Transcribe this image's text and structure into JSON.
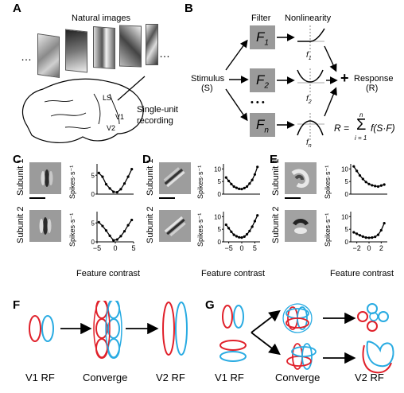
{
  "panels": {
    "A": "A",
    "B": "B",
    "C": "C",
    "D": "D",
    "E": "E",
    "F": "F",
    "G": "G"
  },
  "panelA": {
    "title": "Natural images",
    "ellipsis_left": "…",
    "ellipsis_right": "…",
    "label_LS": "LS",
    "label_V1": "V1",
    "label_V2": "V2",
    "recording_line1": "Single-unit",
    "recording_line2": "recording"
  },
  "panelB": {
    "filter_header": "Filter",
    "nonlinearity_header": "Nonlinearity",
    "stimulus_line1": "Stimulus",
    "stimulus_line2": "(S)",
    "filters": [
      {
        "base": "F",
        "sub": "1",
        "f_base": "f",
        "f_sub": "1"
      },
      {
        "base": "F",
        "sub": "2",
        "f_base": "f",
        "f_sub": "2"
      },
      {
        "base": "F",
        "sub": "n",
        "f_base": "f",
        "f_sub": "n"
      }
    ],
    "dots": "• • •",
    "plus": "+",
    "response_line1": "Response",
    "response_line2": "(R)",
    "equation_lhs": "R =",
    "sum_top": "n",
    "sum_sym": "Σ",
    "sum_bottom": "i = 1",
    "sum_term": "f(S·F)"
  },
  "plots": {
    "subunit1": "Subunit 1",
    "subunit2": "Subunit 2",
    "ylabel": "Spikes·s⁻¹",
    "xlabel": "Feature contrast"
  },
  "chart_data": [
    {
      "type": "scatter",
      "panel": "C",
      "subunit": "Subunit 1",
      "xlim": [
        -5,
        5
      ],
      "ylim": [
        0,
        8
      ],
      "xticks": [],
      "yticks": [
        0,
        5
      ],
      "ytick_labels": [
        "0",
        "5"
      ],
      "x": [
        -4.5,
        -3.5,
        -2.5,
        -1.5,
        -0.5,
        0.5,
        1.5,
        2.5,
        3.5,
        4.5
      ],
      "y": [
        5.6,
        4.6,
        2.6,
        1.5,
        0.6,
        0.5,
        1.3,
        2.8,
        4.6,
        6.6
      ]
    },
    {
      "type": "scatter",
      "panel": "C",
      "subunit": "Subunit 2",
      "xlim": [
        -5,
        5
      ],
      "ylim": [
        0,
        8
      ],
      "xticks": [
        -5,
        0,
        5
      ],
      "xtick_labels": [
        "−5",
        "0",
        "5"
      ],
      "yticks": [
        0,
        5
      ],
      "ytick_labels": [
        "0",
        "5"
      ],
      "x": [
        -4.5,
        -3.5,
        -2.5,
        -1.5,
        -0.5,
        0.5,
        1.5,
        2.5,
        3.5,
        4.5
      ],
      "y": [
        5.2,
        4.2,
        3.0,
        1.6,
        0.4,
        0.6,
        1.5,
        2.8,
        4.4,
        5.8
      ]
    },
    {
      "type": "scatter",
      "panel": "D",
      "subunit": "Subunit 1",
      "xlim": [
        -7,
        7
      ],
      "ylim": [
        0,
        12
      ],
      "xticks": [],
      "yticks": [
        0,
        5,
        10
      ],
      "ytick_labels": [
        "0",
        "5",
        "10"
      ],
      "x": [
        -6,
        -5,
        -4,
        -3,
        -2,
        -1,
        0,
        1,
        2,
        3,
        4,
        5,
        6
      ],
      "y": [
        6.6,
        5.2,
        4.0,
        3.0,
        2.5,
        2.1,
        2.0,
        2.4,
        3.0,
        4.2,
        5.6,
        7.8,
        10.8
      ]
    },
    {
      "type": "scatter",
      "panel": "D",
      "subunit": "Subunit 2",
      "xlim": [
        -7,
        7
      ],
      "ylim": [
        0,
        12
      ],
      "xticks": [
        -5,
        0,
        5
      ],
      "xtick_labels": [
        "−5",
        "0",
        "5"
      ],
      "yticks": [
        0,
        5,
        10
      ],
      "ytick_labels": [
        "0",
        "5",
        "10"
      ],
      "x": [
        -6,
        -5,
        -4,
        -3,
        -2,
        -1,
        0,
        1,
        2,
        3,
        4,
        5,
        6
      ],
      "y": [
        6.8,
        5.4,
        4.0,
        2.8,
        2.2,
        1.8,
        1.7,
        2.1,
        3.0,
        4.3,
        6.0,
        8.2,
        10.5
      ]
    },
    {
      "type": "scatter",
      "panel": "E",
      "subunit": "Subunit 1",
      "xlim": [
        -3,
        3
      ],
      "ylim": [
        0,
        12
      ],
      "xticks": [],
      "yticks": [
        0,
        5,
        10
      ],
      "ytick_labels": [
        "0",
        "5",
        "10"
      ],
      "x": [
        -2.5,
        -2,
        -1.5,
        -1,
        -0.5,
        0,
        0.5,
        1,
        1.5,
        2,
        2.5
      ],
      "y": [
        11.0,
        9.2,
        7.4,
        6.0,
        4.8,
        4.0,
        3.5,
        3.2,
        3.0,
        3.4,
        3.8
      ]
    },
    {
      "type": "scatter",
      "panel": "E",
      "subunit": "Subunit 2",
      "xlim": [
        -3,
        3
      ],
      "ylim": [
        0,
        12
      ],
      "xticks": [
        -2,
        0,
        2
      ],
      "xtick_labels": [
        "−2",
        "0",
        "2"
      ],
      "yticks": [
        0,
        5,
        10
      ],
      "ytick_labels": [
        "0",
        "5",
        "10"
      ],
      "x": [
        -2.5,
        -2,
        -1.5,
        -1,
        -0.5,
        0,
        0.5,
        1,
        1.5,
        2,
        2.5
      ],
      "y": [
        3.8,
        3.2,
        2.6,
        2.1,
        1.7,
        1.6,
        1.7,
        2.0,
        2.8,
        4.6,
        7.4
      ]
    }
  ],
  "panelF": {
    "v1": "V1 RF",
    "converge": "Converge",
    "v2": "V2 RF"
  },
  "panelG": {
    "v1": "V1 RF",
    "converge": "Converge",
    "v2": "V2 RF"
  },
  "colors": {
    "red": "#e0202a",
    "blue": "#29abe2",
    "gray": "#9a9a9a"
  }
}
